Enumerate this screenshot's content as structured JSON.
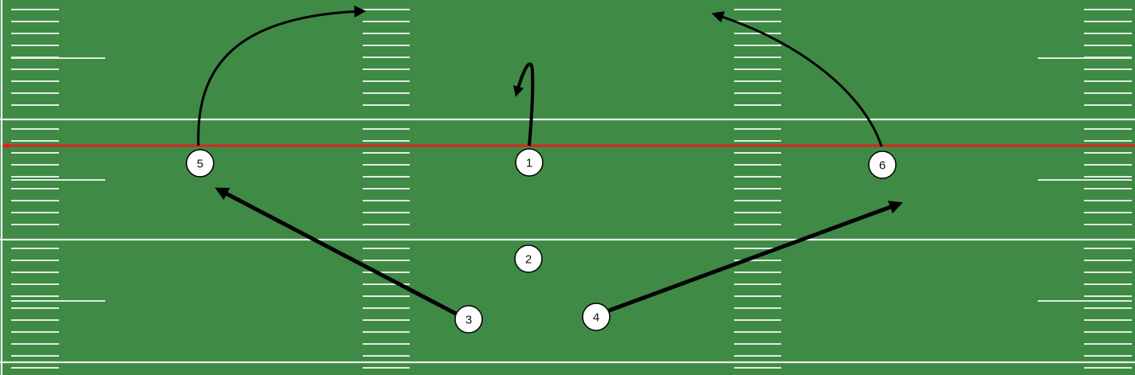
{
  "field": {
    "grass_color": "#3f8a45",
    "line_color": "#ffffff",
    "line_of_scrimmage_color": "#e02020"
  },
  "players": [
    {
      "id": "p1",
      "label": "1"
    },
    {
      "id": "p2",
      "label": "2"
    },
    {
      "id": "p3",
      "label": "3"
    },
    {
      "id": "p4",
      "label": "4"
    },
    {
      "id": "p5",
      "label": "5"
    },
    {
      "id": "p6",
      "label": "6"
    }
  ],
  "routes": [
    {
      "id": "route-5",
      "player": "5",
      "shape": "curve"
    },
    {
      "id": "route-1",
      "player": "1",
      "shape": "hook"
    },
    {
      "id": "route-6",
      "player": "6",
      "shape": "curve"
    },
    {
      "id": "route-3",
      "player": "3",
      "shape": "straight"
    },
    {
      "id": "route-4",
      "player": "4",
      "shape": "straight"
    }
  ]
}
